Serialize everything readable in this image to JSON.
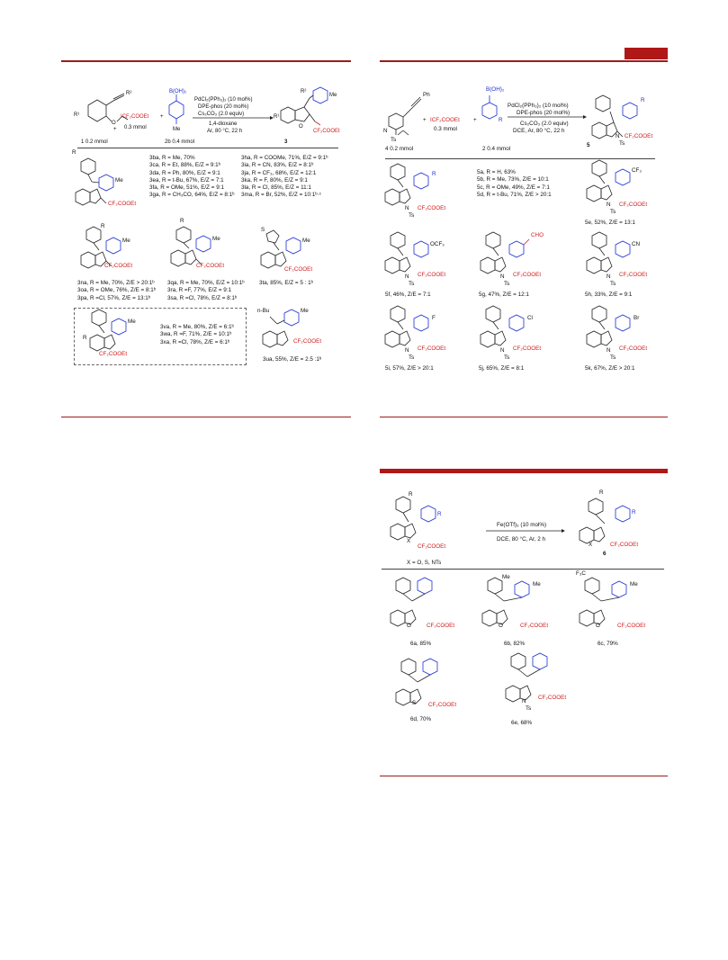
{
  "scheme1": {
    "reagents": {
      "r1": "R¹",
      "r2": "R²",
      "icf2": "ICF₂COOEt",
      "icf2_amount": "0.3 mmol",
      "sub1": "1 0.2 mmol",
      "boronic": "B(OH)₂",
      "me": "Me",
      "sub2": "2b 0.4 mmol",
      "cond1": "PdCl₂(PPh₃)₂ (10 mol%)",
      "cond2": "DPE-phos (20 mol%)",
      "cond3": "Cs₂CO₃ (2.0 equiv)",
      "cond4": "1,4-dioxane",
      "cond5": "Ar, 80 °C, 22 h",
      "product": "3",
      "cf2": "CF₂COOEt"
    },
    "left_col": [
      "3ba, R = Me, 70%",
      "3ca, R = Et, 88%, E/Z = 9:1ᵇ",
      "3da, R = Ph, 80%, E/Z = 9:1",
      "3ea, R = t-Bu, 67%, E/Z = 7:1",
      "3fa, R = OMe, 51%, E/Z = 9:1",
      "3ga, R = CH₃CO, 64%, E/Z = 8:1ᵇ"
    ],
    "right_col": [
      "3ha, R = COOMe, 71%, E/Z = 9:1ᵇ",
      "3ia, R = CN, 83%, E/Z = 8:1ᵇ",
      "3ja, R = CF₃, 68%, E/Z = 12:1",
      "3ka, R = F, 80%, E/Z = 9:1",
      "3la, R = Cl, 85%, E/Z = 11:1",
      "3ma, R = Br, 52%, E/Z = 10:1ᵇ·ᶜ"
    ],
    "group_n": [
      "3na, R = Me, 70%, Z/E > 20:1ᵇ",
      "3oa, R = OMe, 76%, Z/E = 8:1ᵇ",
      "3pa, R =Cl, 57%, Z/E = 13:1ᵇ"
    ],
    "group_q": [
      "3qa, R = Me, 70%, E/Z = 10:1ᵇ",
      "3ra, R =F, 77%, E/Z = 9:1",
      "3sa, R =Cl, 78%, E/Z = 8:1ᵇ"
    ],
    "compound_t": "3ta, 85%, E/Z = 5 : 1ᵇ",
    "group_v": [
      "3va, R = Me, 80%, Z/E = 6:1ᵇ",
      "3wa, R =F, 71%, Z/E = 10:1ᵇ",
      "3xa, R =Cl, 78%, Z/E = 6:1ᵇ"
    ],
    "compound_u": "3ua, 55%, Z/E = 2.5 :1ᵇ",
    "nbu": "n-Bu",
    "thio": "S",
    "r_label": "R"
  },
  "scheme2": {
    "reagents": {
      "ph": "Ph",
      "ts": "Ts",
      "icf2": "ICF₂COOEt",
      "icf2_amount": "0.3 mmol",
      "sub4": "4 0.2 mmol",
      "boronic": "B(OH)₂",
      "r": "R",
      "sub2": "2 0.4 mmol",
      "cond1": "PdCl₂(PPh₃)₂ (10 mol%)",
      "cond2": "DPE-phos (20 mol%)",
      "cond3": "Cs₂CO₃ (2.0 equiv)",
      "cond4": "DCE, Ar, 80 °C, 22 h",
      "product": "5",
      "cf2": "CF₂COOEt"
    },
    "group_a": [
      "5a, R = H, 63%",
      "5b, R = Me, 73%, Z/E = 10:1",
      "5c, R = OMe, 49%, Z/E = 7:1",
      "5d, R = t-Bu, 71%, Z/E > 20:1"
    ],
    "compounds": [
      {
        "sub": "CF₃",
        "label": "5e, 52%, Z/E = 13:1"
      },
      {
        "sub": "OCF₃",
        "label": "5f, 46%, Z/E = 7:1"
      },
      {
        "sub": "CHO",
        "label": "5g, 47%, Z/E = 12:1"
      },
      {
        "sub": "CN",
        "label": "5h, 33%, Z/E = 9:1"
      },
      {
        "sub": "F",
        "label": "5i, 57%, Z/E > 20:1"
      },
      {
        "sub": "Cl",
        "label": "5j, 65%, Z/E = 8:1"
      },
      {
        "sub": "Br",
        "label": "5k, 67%, Z/E > 20:1"
      }
    ]
  },
  "scheme3": {
    "reagents": {
      "r": "R",
      "x_def": "X = O, S, NTs",
      "cond1": "Fe(OTf)₃ (10 mol%)",
      "cond2": "DCE, 80 °C, Ar, 2 h",
      "product": "6",
      "cf2": "CF₂COOEt",
      "x": "X"
    },
    "compounds": [
      {
        "label": "6a, 85%"
      },
      {
        "label": "6b, 82%"
      },
      {
        "label": "6c, 79%"
      },
      {
        "label": "6d, 70%"
      },
      {
        "label": "6e, 68%"
      }
    ],
    "me": "Me",
    "f3c": "F₃C",
    "s": "S",
    "n": "N",
    "ts": "Ts"
  }
}
